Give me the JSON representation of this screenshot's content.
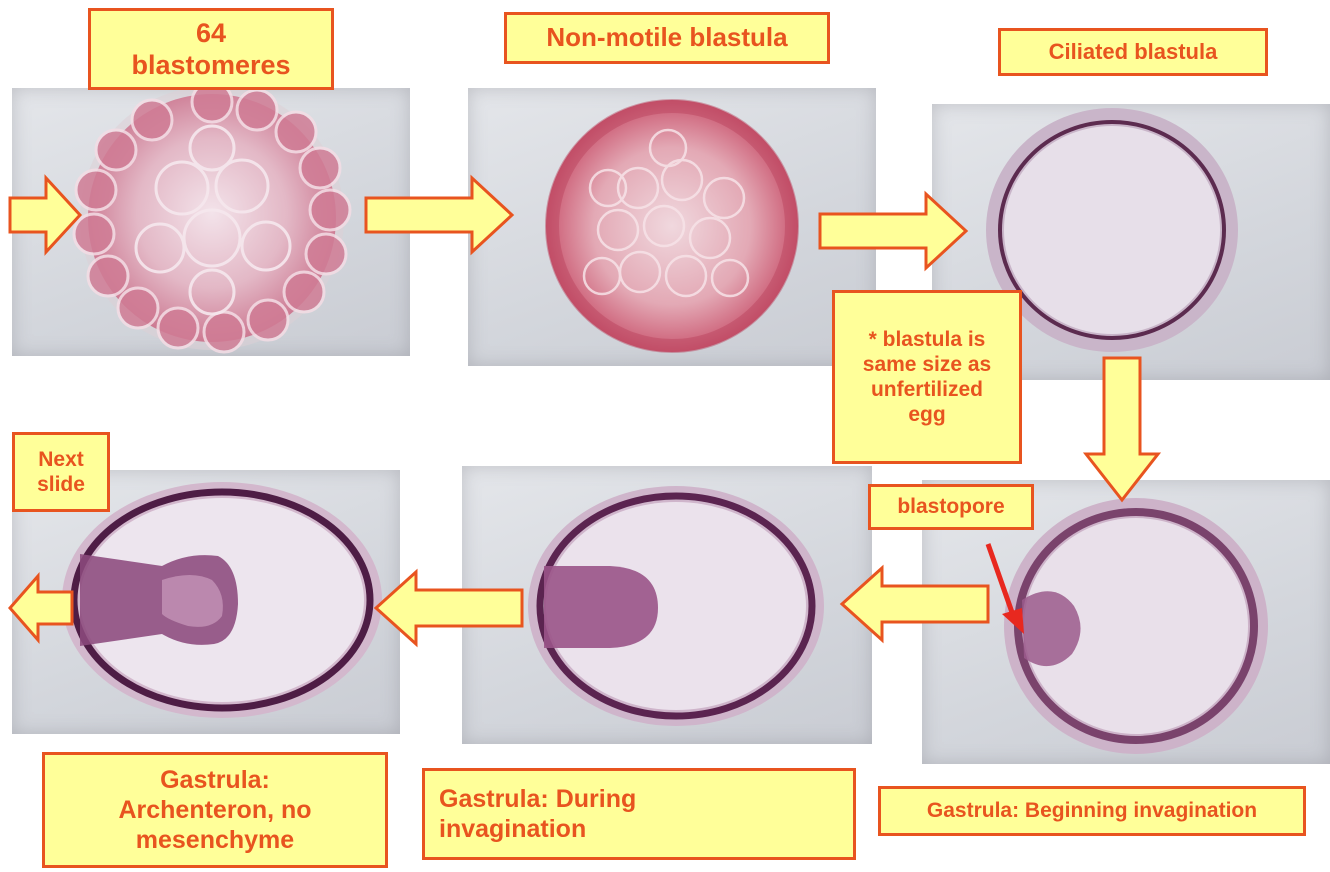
{
  "stages": {
    "blastomeres_64": {
      "label": "64\nblastomeres"
    },
    "non_motile_blastula": {
      "label": "Non-motile blastula"
    },
    "ciliated_blastula": {
      "label": "Ciliated blastula"
    },
    "beginning_invagination": {
      "label": "Gastrula: Beginning invagination"
    },
    "during_invagination": {
      "label": "Gastrula: During\ninvagination"
    },
    "archenteron": {
      "label": "Gastrula:\nArchenteron, no\nmesenchyme"
    }
  },
  "notes": {
    "blastula_size": "* blastula is\nsame size as\nunfertilized\negg",
    "blastopore": "blastopore",
    "next_slide": "Next\nslide"
  },
  "colors": {
    "label_fill": "#ffff99",
    "label_border": "#e8541f",
    "label_text": "#e8541f",
    "arrow_fill": "#ffff99",
    "arrow_stroke": "#e8541f"
  }
}
